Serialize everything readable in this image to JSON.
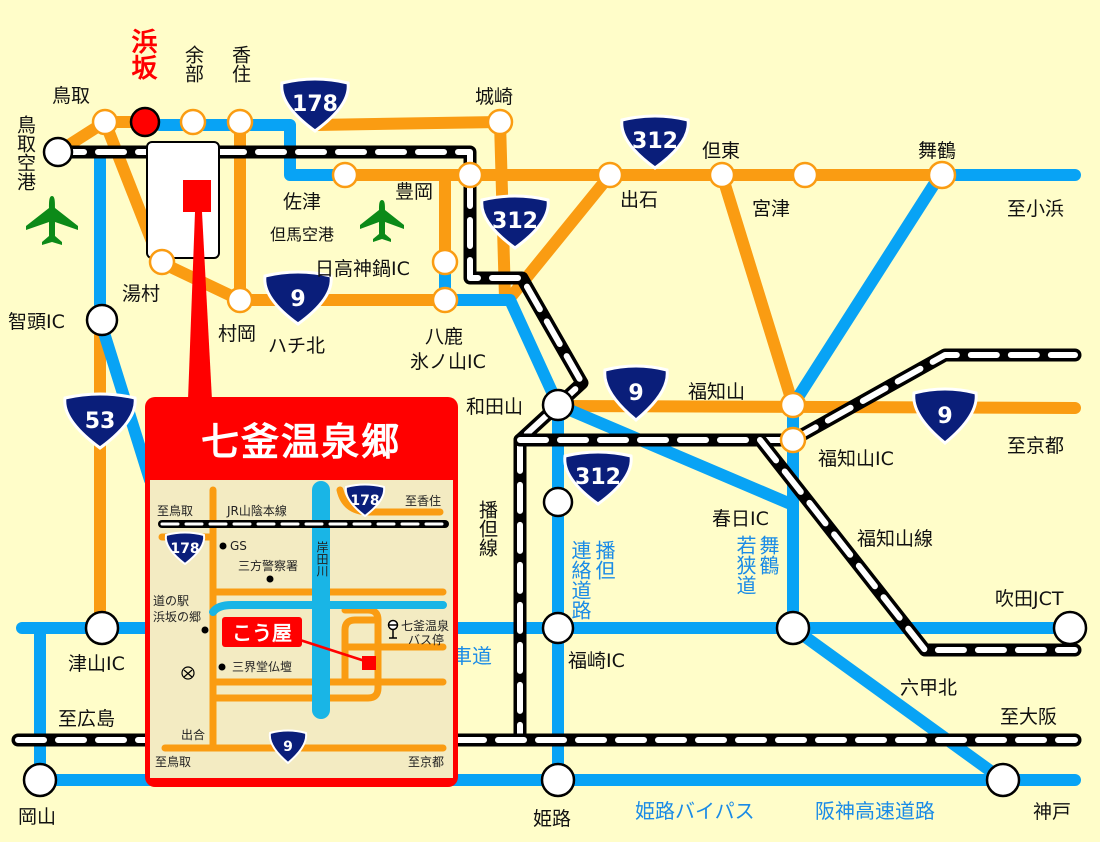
{
  "title": "七釜温泉郷",
  "colors": {
    "background": "#fffdc9",
    "orange_road": "#fa9c12",
    "expressway": "#08a3f5",
    "shield": "#0a1e7a",
    "highlight": "#ff0000",
    "airport": "#0c8a18"
  },
  "stations": {
    "hamasaka": "浜坂",
    "amarube": "余部",
    "kasumi": "香住",
    "tottori": "鳥取",
    "tottori_airport": "鳥取空港",
    "kinosaki": "城崎",
    "satsu": "佐津",
    "toyooka": "豊岡",
    "tajima_airport": "但馬空港",
    "izushi": "出石",
    "tanto": "但東",
    "miyazu": "宮津",
    "maizuru": "舞鶴",
    "to_obama": "至小浜",
    "yumura": "湯村",
    "muraoka": "村岡",
    "hachikita": "ハチ北",
    "hidaka_ic": "日高神鍋IC",
    "yoka": "八鹿",
    "hyonosen_ic": "氷ノ山IC",
    "chizu_ic": "智頭IC",
    "wadayama": "和田山",
    "fukuchiyama": "福知山",
    "fukuchiyama_ic": "福知山IC",
    "to_kyoto": "至京都",
    "bantan_line": "播但線",
    "kasuga_ic": "春日IC",
    "fukuchiyama_line": "福知山線",
    "suita_jct": "吹田JCT",
    "fukusaki_ic": "福崎IC",
    "tsuyama_ic": "津山IC",
    "rokko_kita": "六甲北",
    "to_hiroshima": "至広島",
    "to_osaka": "至大阪",
    "okayama": "岡山",
    "himeji": "姫路",
    "kobe": "神戸"
  },
  "roads": {
    "bantan_a": "播但",
    "bantan_b": "連絡道路",
    "maizuru_a": "舞鶴",
    "maizuru_b": "若狭道",
    "chugoku_fragment": "車道",
    "himeji_bypass": "姫路バイパス",
    "hanshin": "阪神高速道路"
  },
  "shields": {
    "r178": "178",
    "r312": "312",
    "r9": "9",
    "r53": "53"
  },
  "inset": {
    "to_tottori_top": "至鳥取",
    "jr_line": "JR山陰本線",
    "to_kasumi": "至香住",
    "gs": "GS",
    "police": "三方警察署",
    "river": "岸田川",
    "michinoeki": "道の駅",
    "michinoeki2": "浜坂の郷",
    "kouya": "こう屋",
    "bus_stop1": "七釜温泉",
    "bus_stop2": "バス停",
    "butsudan": "三界堂仏壇",
    "deai": "出合",
    "to_tottori_bottom": "至鳥取",
    "to_kyoto": "至京都"
  }
}
